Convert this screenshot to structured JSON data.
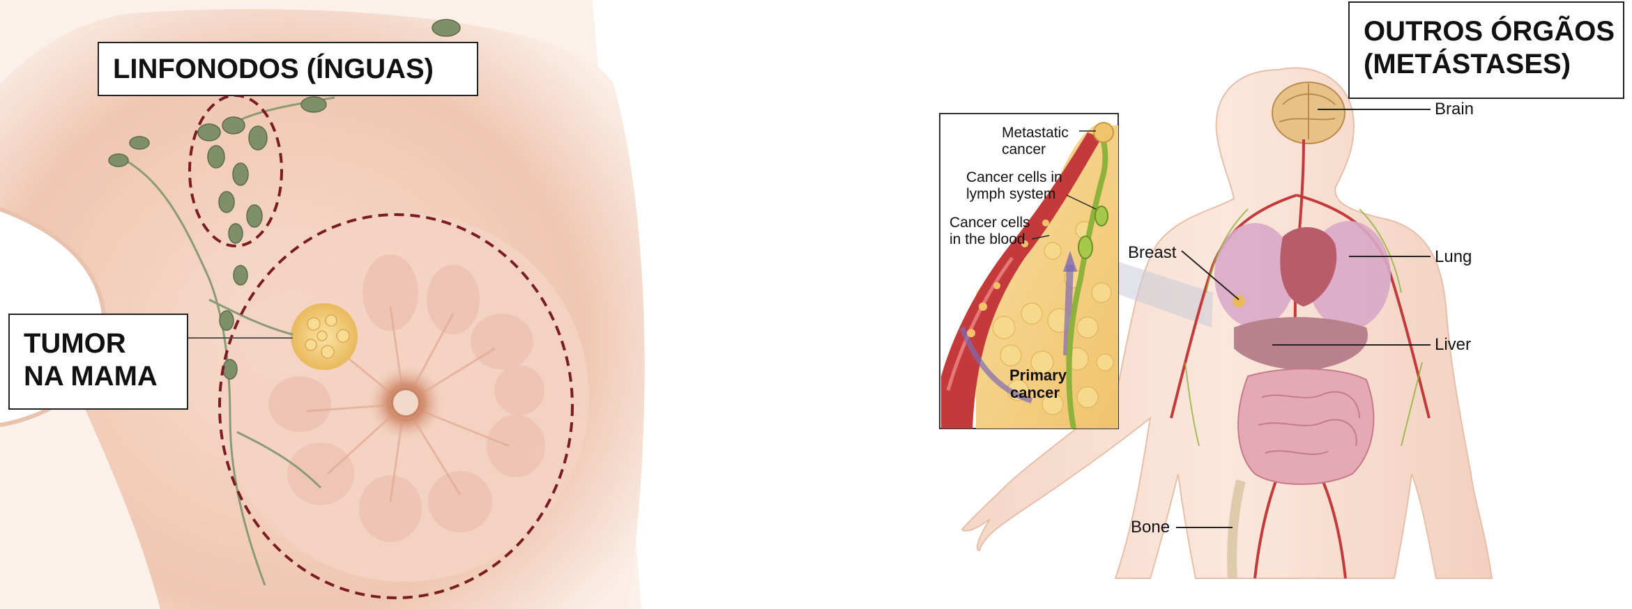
{
  "left_panel": {
    "lymph_nodes_label": "LINFONODOS (ÍNGUAS)",
    "tumor_label_line1": "TUMOR",
    "tumor_label_line2": "NA MAMA"
  },
  "right_panel": {
    "organs_label_line1": "OUTROS ÓRGÃOS",
    "organs_label_line2": "(METÁSTASES)",
    "organs": {
      "brain": "Brain",
      "breast": "Breast",
      "lung": "Lung",
      "liver": "Liver",
      "bone": "Bone"
    },
    "inset": {
      "metastatic_line1": "Metastatic",
      "metastatic_line2": "cancer",
      "lymph_line1": "Cancer cells in",
      "lymph_line2": "lymph system",
      "blood_line1": "Cancer cells",
      "blood_line2": "in the blood",
      "primary_line1": "Primary",
      "primary_line2": "cancer"
    }
  },
  "colors": {
    "skin": "#f3d3c3",
    "skin_dark": "#e8b9a3",
    "lymph_node": "#7e8f6a",
    "dashed_outline": "#7a1c22",
    "tumor": "#f1cf7e",
    "artery": "#c43a3a",
    "lymph_vessel": "#8fb23a",
    "organ_lung": "#d8a9c8",
    "organ_liver": "#b9808e"
  }
}
